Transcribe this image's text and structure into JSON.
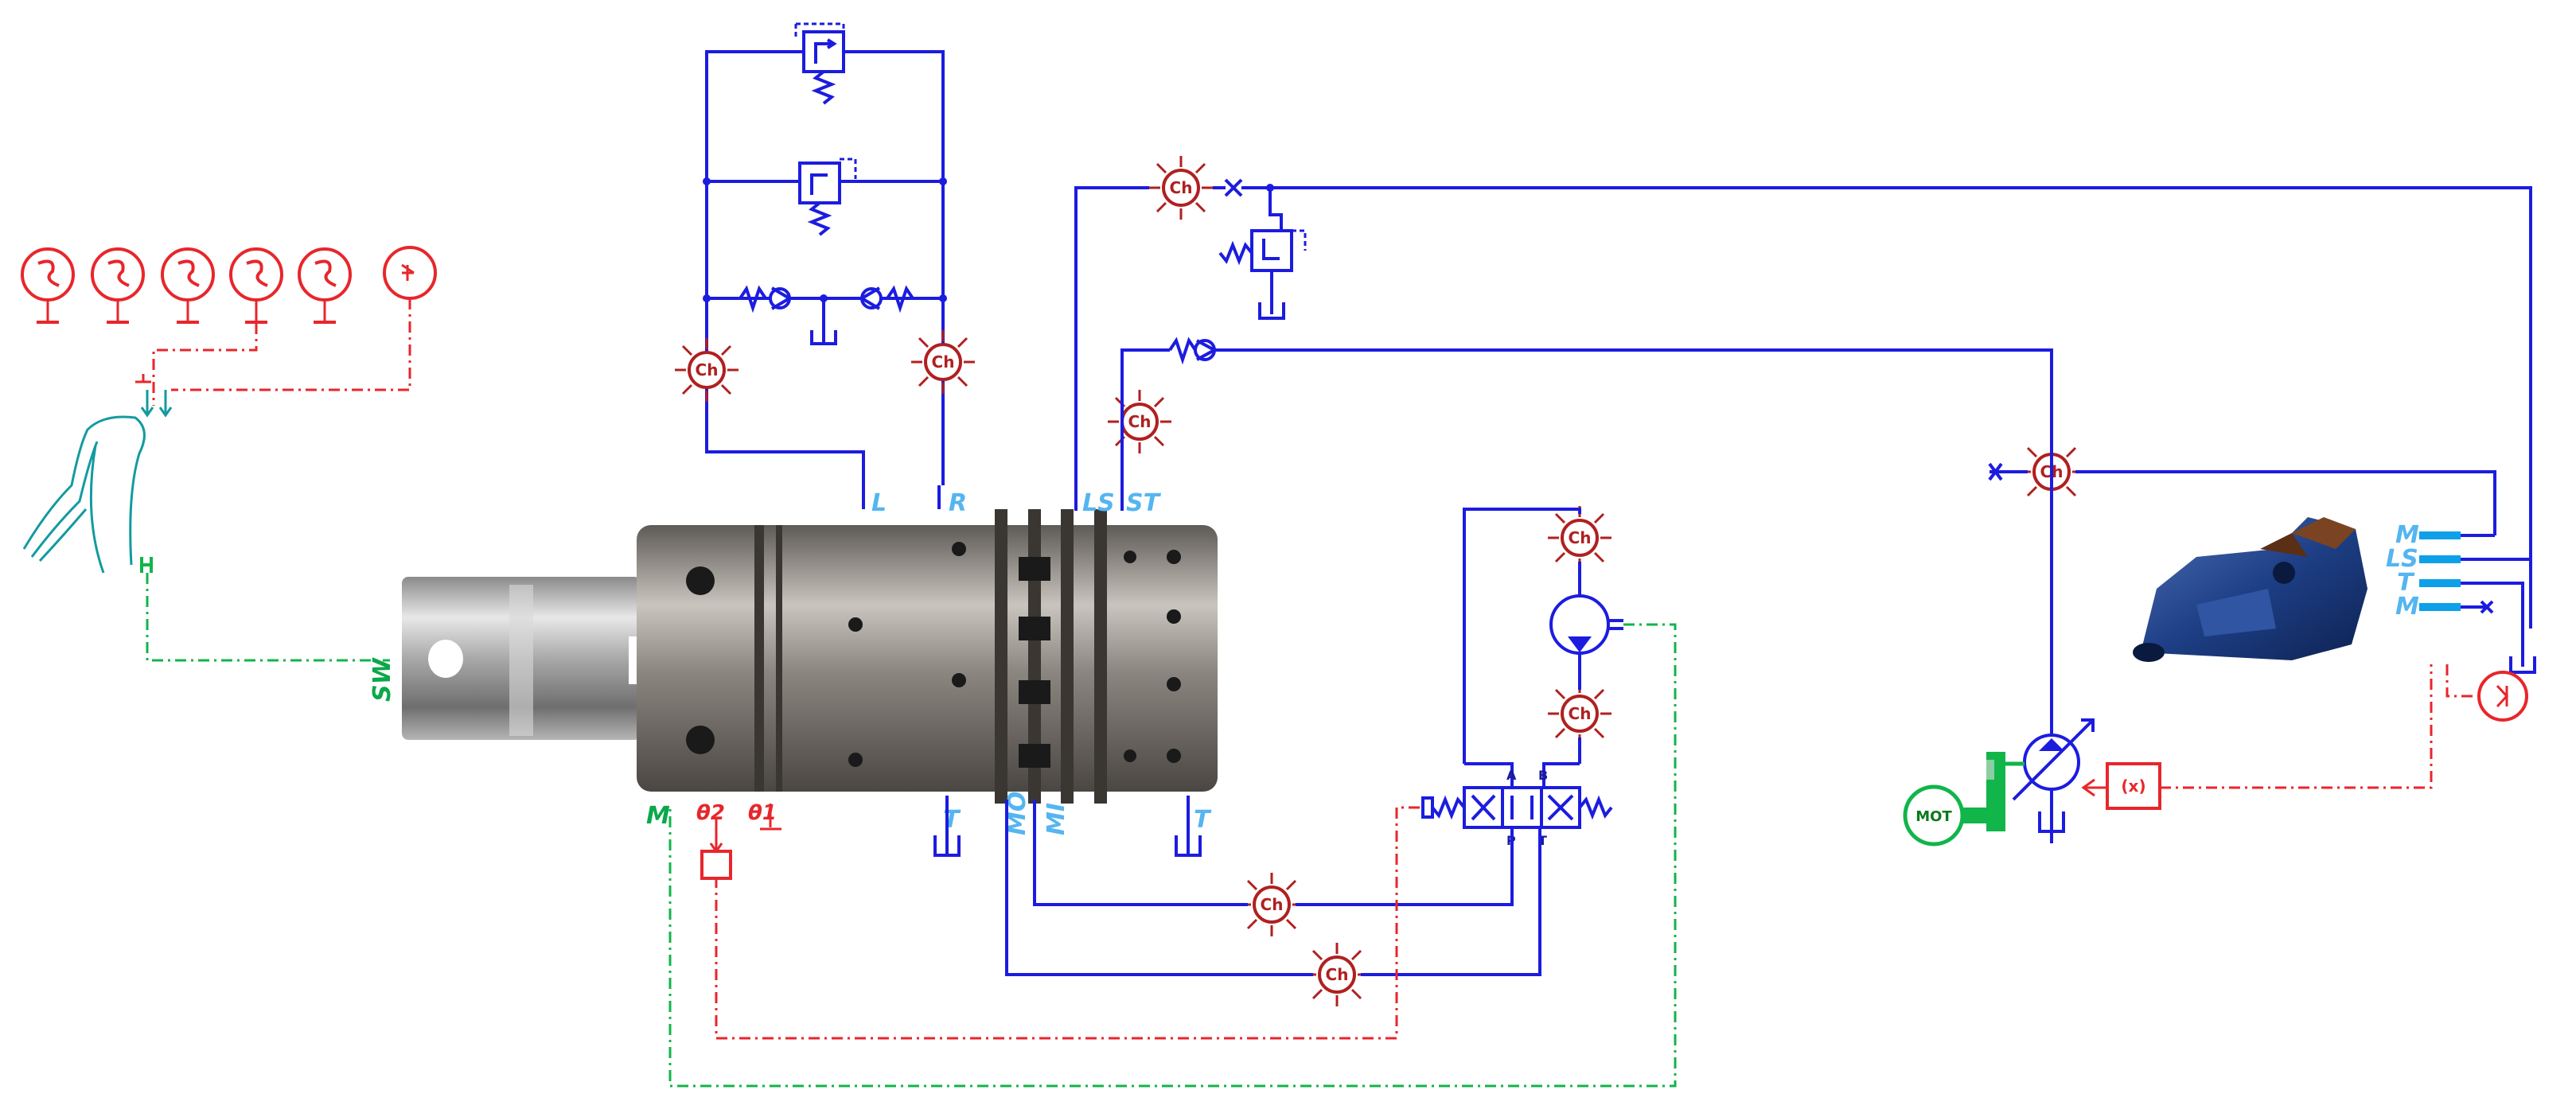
{
  "port_labels": {
    "L": "L",
    "R": "R",
    "LS": "LS",
    "ST": "ST",
    "T_left": "T",
    "T_right": "T",
    "MO": "MO",
    "MI": "MI",
    "SW": "SW",
    "M": "M",
    "theta2": "θ2",
    "theta1": "θ1"
  },
  "right_ports": {
    "M_top": "M",
    "LS": "LS",
    "T": "T",
    "M_bottom": "M"
  },
  "valve_ports": {
    "A": "A",
    "B": "B",
    "P": "P",
    "T": "T"
  },
  "chamber_label": "Ch",
  "motor_label": "MOT",
  "controller_label": "(x)",
  "colors": {
    "hydraulic": "#1c1ce0",
    "signal_red": "#e8262b",
    "signal_green": "#11b54a",
    "port_text": "#55b5f0",
    "mechanical_teal": "#139aa0"
  }
}
